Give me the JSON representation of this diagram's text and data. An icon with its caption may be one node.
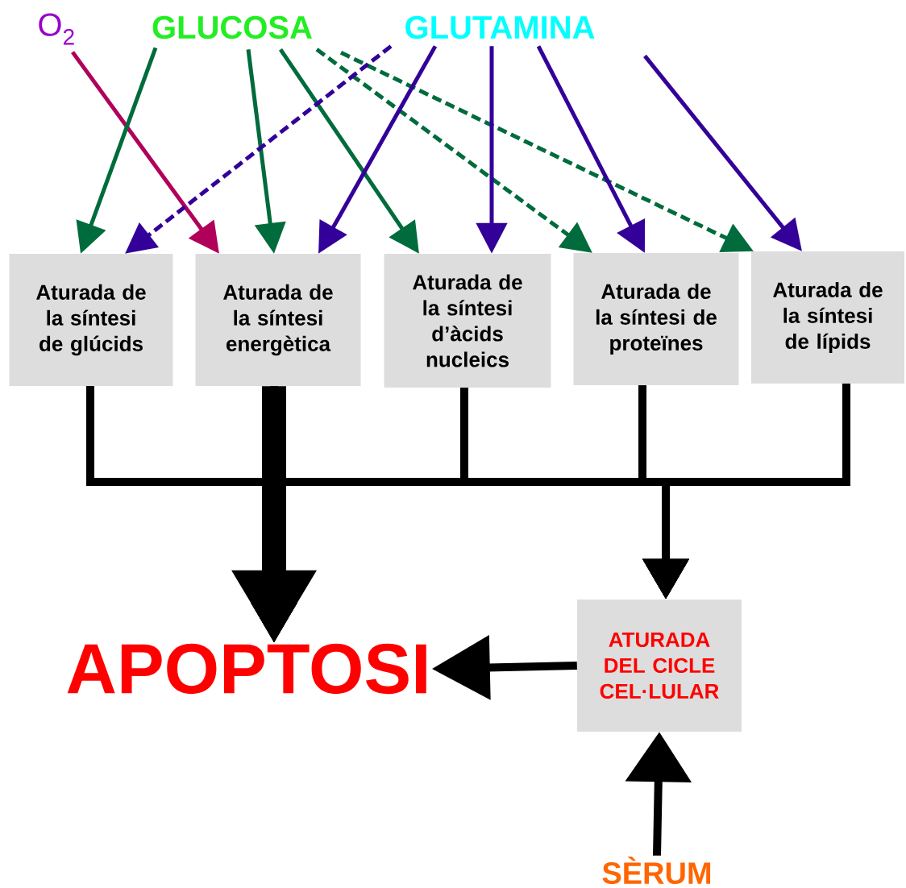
{
  "diagram": {
    "nodes": [
      {
        "text": [
          "O$_{2}$"
        ]
      },
      {
        "text": [
          "GLUCOSA"
        ]
      },
      {
        "text": [
          "GLUTAMINA"
        ]
      },
      {
        "text": [
          "Aturada de la síntesi de glúcids"
        ]
      },
      {
        "text": [
          "Aturada de la síntesi energètica"
        ]
      },
      {
        "text": [
          "Aturada de la síntesi d’àcids nucleics"
        ]
      },
      {
        "text": [
          "Aturada de la síntesi de proteïnes"
        ]
      },
      {
        "text": [
          "Aturada de la síntesi de lípids"
        ]
      },
      {
        "text": [
          "APOPTOSI"
        ]
      },
      {
        "text": [
          "ATURADA DEL CICLE CEL·LULAR"
        ]
      },
      {
        "text": [
          "SÈRUM"
        ]
      }
    ],
    "edges": [
      {
        "from": 0,
        "to": 4,
        "arrow": "to",
        "color": "#b0005a"
      },
      {
        "from": 1,
        "to": 3,
        "arrow": "to",
        "color": "#006b3c"
      },
      {
        "from": 1,
        "to": 4,
        "arrow": "to",
        "color": "#006b3c"
      },
      {
        "from": 1,
        "to": 5,
        "arrow": "to",
        "color": "#006b3c"
      },
      {
        "from": 1,
        "to": 6,
        "arrow": "to",
        "color": "#006b3c",
        "style": "dashed"
      },
      {
        "from": 1,
        "to": 7,
        "arrow": "to",
        "color": "#006b3c",
        "style": "dashed"
      },
      {
        "from": 2,
        "to": 3,
        "arrow": "to",
        "color": "#330099",
        "style": "dashed"
      },
      {
        "from": 2,
        "to": 4,
        "arrow": "to",
        "color": "#330099"
      },
      {
        "from": 2,
        "to": 5,
        "arrow": "to",
        "color": "#330099"
      },
      {
        "from": 2,
        "to": 6,
        "arrow": "to",
        "color": "#330099"
      },
      {
        "from": 2,
        "to": 7,
        "arrow": "to",
        "color": "#330099"
      },
      {
        "from": 3,
        "to": 8,
        "arrow": "to",
        "color": "#000000"
      },
      {
        "from": 3,
        "to": 9,
        "arrow": "to",
        "color": "#000000"
      },
      {
        "from": 4,
        "to": 8,
        "arrow": "to",
        "style": "thick",
        "color": "#000000"
      },
      {
        "from": 4,
        "to": 9,
        "arrow": "to",
        "color": "#000000"
      },
      {
        "from": 5,
        "to": 8,
        "arrow": "to",
        "color": "#000000"
      },
      {
        "from": 5,
        "to": 9,
        "arrow": "to",
        "color": "#000000"
      },
      {
        "from": 6,
        "to": 8,
        "arrow": "to",
        "color": "#000000"
      },
      {
        "from": 6,
        "to": 9,
        "arrow": "to",
        "color": "#000000"
      },
      {
        "from": 7,
        "to": 8,
        "arrow": "to",
        "color": "#000000"
      },
      {
        "from": 7,
        "to": 9,
        "arrow": "to",
        "color": "#000000"
      },
      {
        "from": 9,
        "to": 8,
        "arrow": "to",
        "color": "#000000"
      },
      {
        "from": 10,
        "to": 9,
        "arrow": "to",
        "color": "#000000"
      }
    ]
  }
}
